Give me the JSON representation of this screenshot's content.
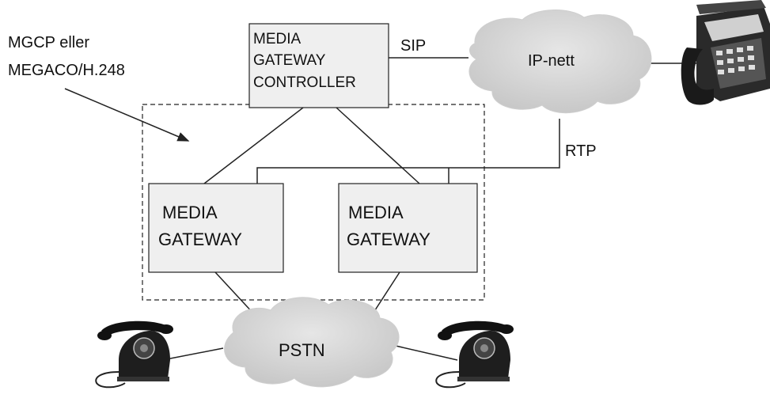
{
  "annotation": {
    "line1": "MGCP eller",
    "line2": "MEGACO/H.248"
  },
  "controller": {
    "line1": "MEDIA",
    "line2": "GATEWAY",
    "line3": "CONTROLLER"
  },
  "gateway_left": {
    "line1": "MEDIA",
    "line2": "GATEWAY"
  },
  "gateway_right": {
    "line1": "MEDIA",
    "line2": "GATEWAY"
  },
  "labels": {
    "sip": "SIP",
    "rtp": "RTP"
  },
  "clouds": {
    "ip": "IP-nett",
    "pstn": "PSTN"
  },
  "icons": {
    "ip_phone": "ip-phone-icon",
    "rotary_phone_left": "rotary-phone-icon",
    "rotary_phone_right": "rotary-phone-icon"
  },
  "colors": {
    "box_fill": "#efefef",
    "cloud_fill": "#d9d9d9",
    "line": "#222222"
  }
}
